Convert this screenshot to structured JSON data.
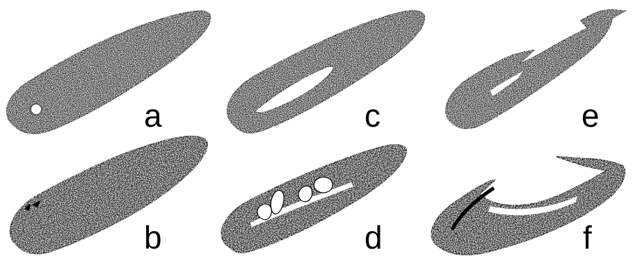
{
  "panels": [
    {
      "id": "a",
      "label": "a"
    },
    {
      "id": "b",
      "label": "b"
    },
    {
      "id": "c",
      "label": "c"
    },
    {
      "id": "d",
      "label": "d"
    },
    {
      "id": "e",
      "label": "e"
    },
    {
      "id": "f",
      "label": "f"
    }
  ],
  "colors": {
    "background": "#ffffff",
    "ink": "#000000",
    "speckle_light": "#ffffff",
    "speckle_mid": "#9a9a9a"
  }
}
